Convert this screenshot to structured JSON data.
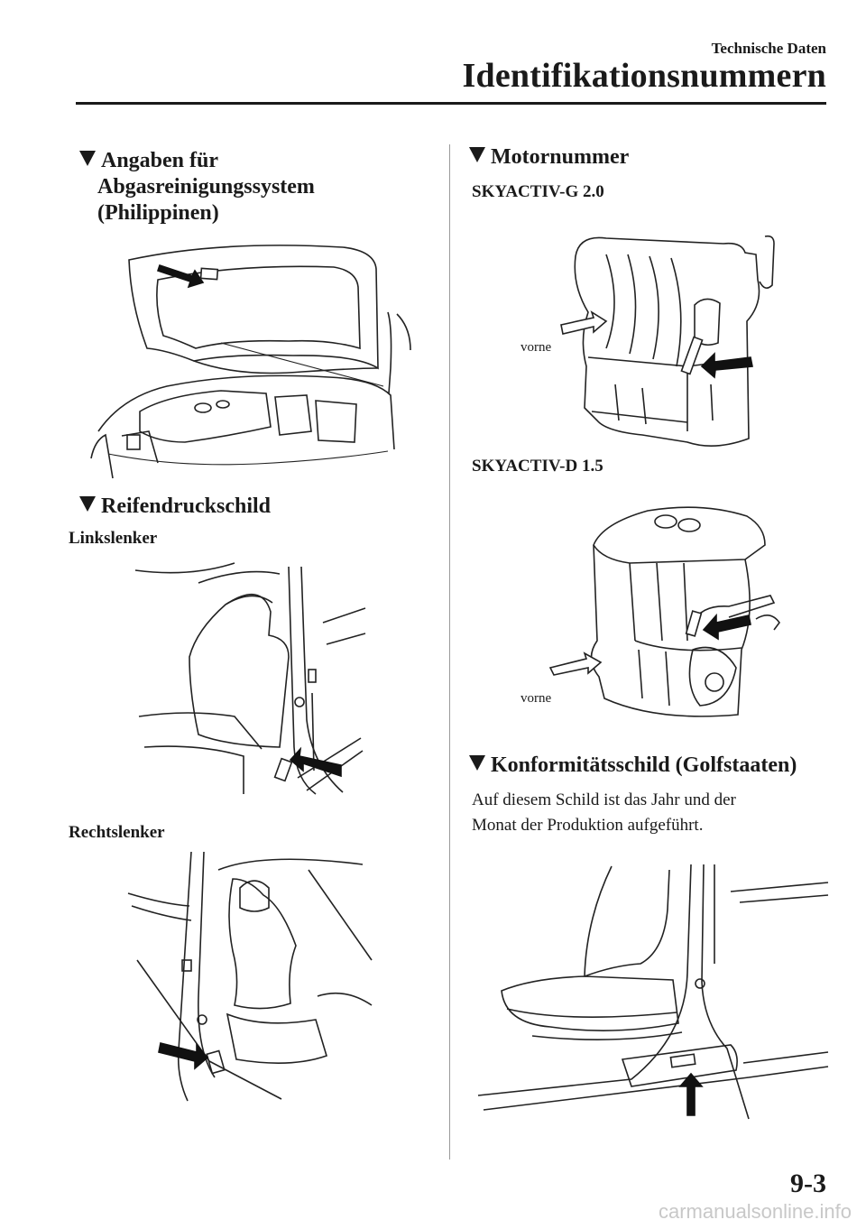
{
  "header": {
    "chapter": "Technische Daten",
    "title": "Identifikationsnummern"
  },
  "sections": {
    "emission": {
      "title_line1": "Angaben für",
      "title_line2": "Abgasreinigungssystem",
      "title_line3": "(Philippinen)"
    },
    "tire": {
      "title": "Reifendruckschild",
      "lhd": "Linkslenker",
      "rhd": "Rechtslenker"
    },
    "engine": {
      "title": "Motornummer",
      "g20": "SKYACTIV-G 2.0",
      "d15": "SKYACTIV-D 1.5",
      "front_label_1": "vorne",
      "front_label_2": "vorne"
    },
    "conformity": {
      "title": "Konformitätsschild (Golfstaaten)",
      "text_line1": "Auf diesem Schild ist das Jahr und der",
      "text_line2": "Monat der Produktion aufgeführt."
    }
  },
  "footer": {
    "page_number": "9-3",
    "watermark": "carmanualsonline.info"
  }
}
